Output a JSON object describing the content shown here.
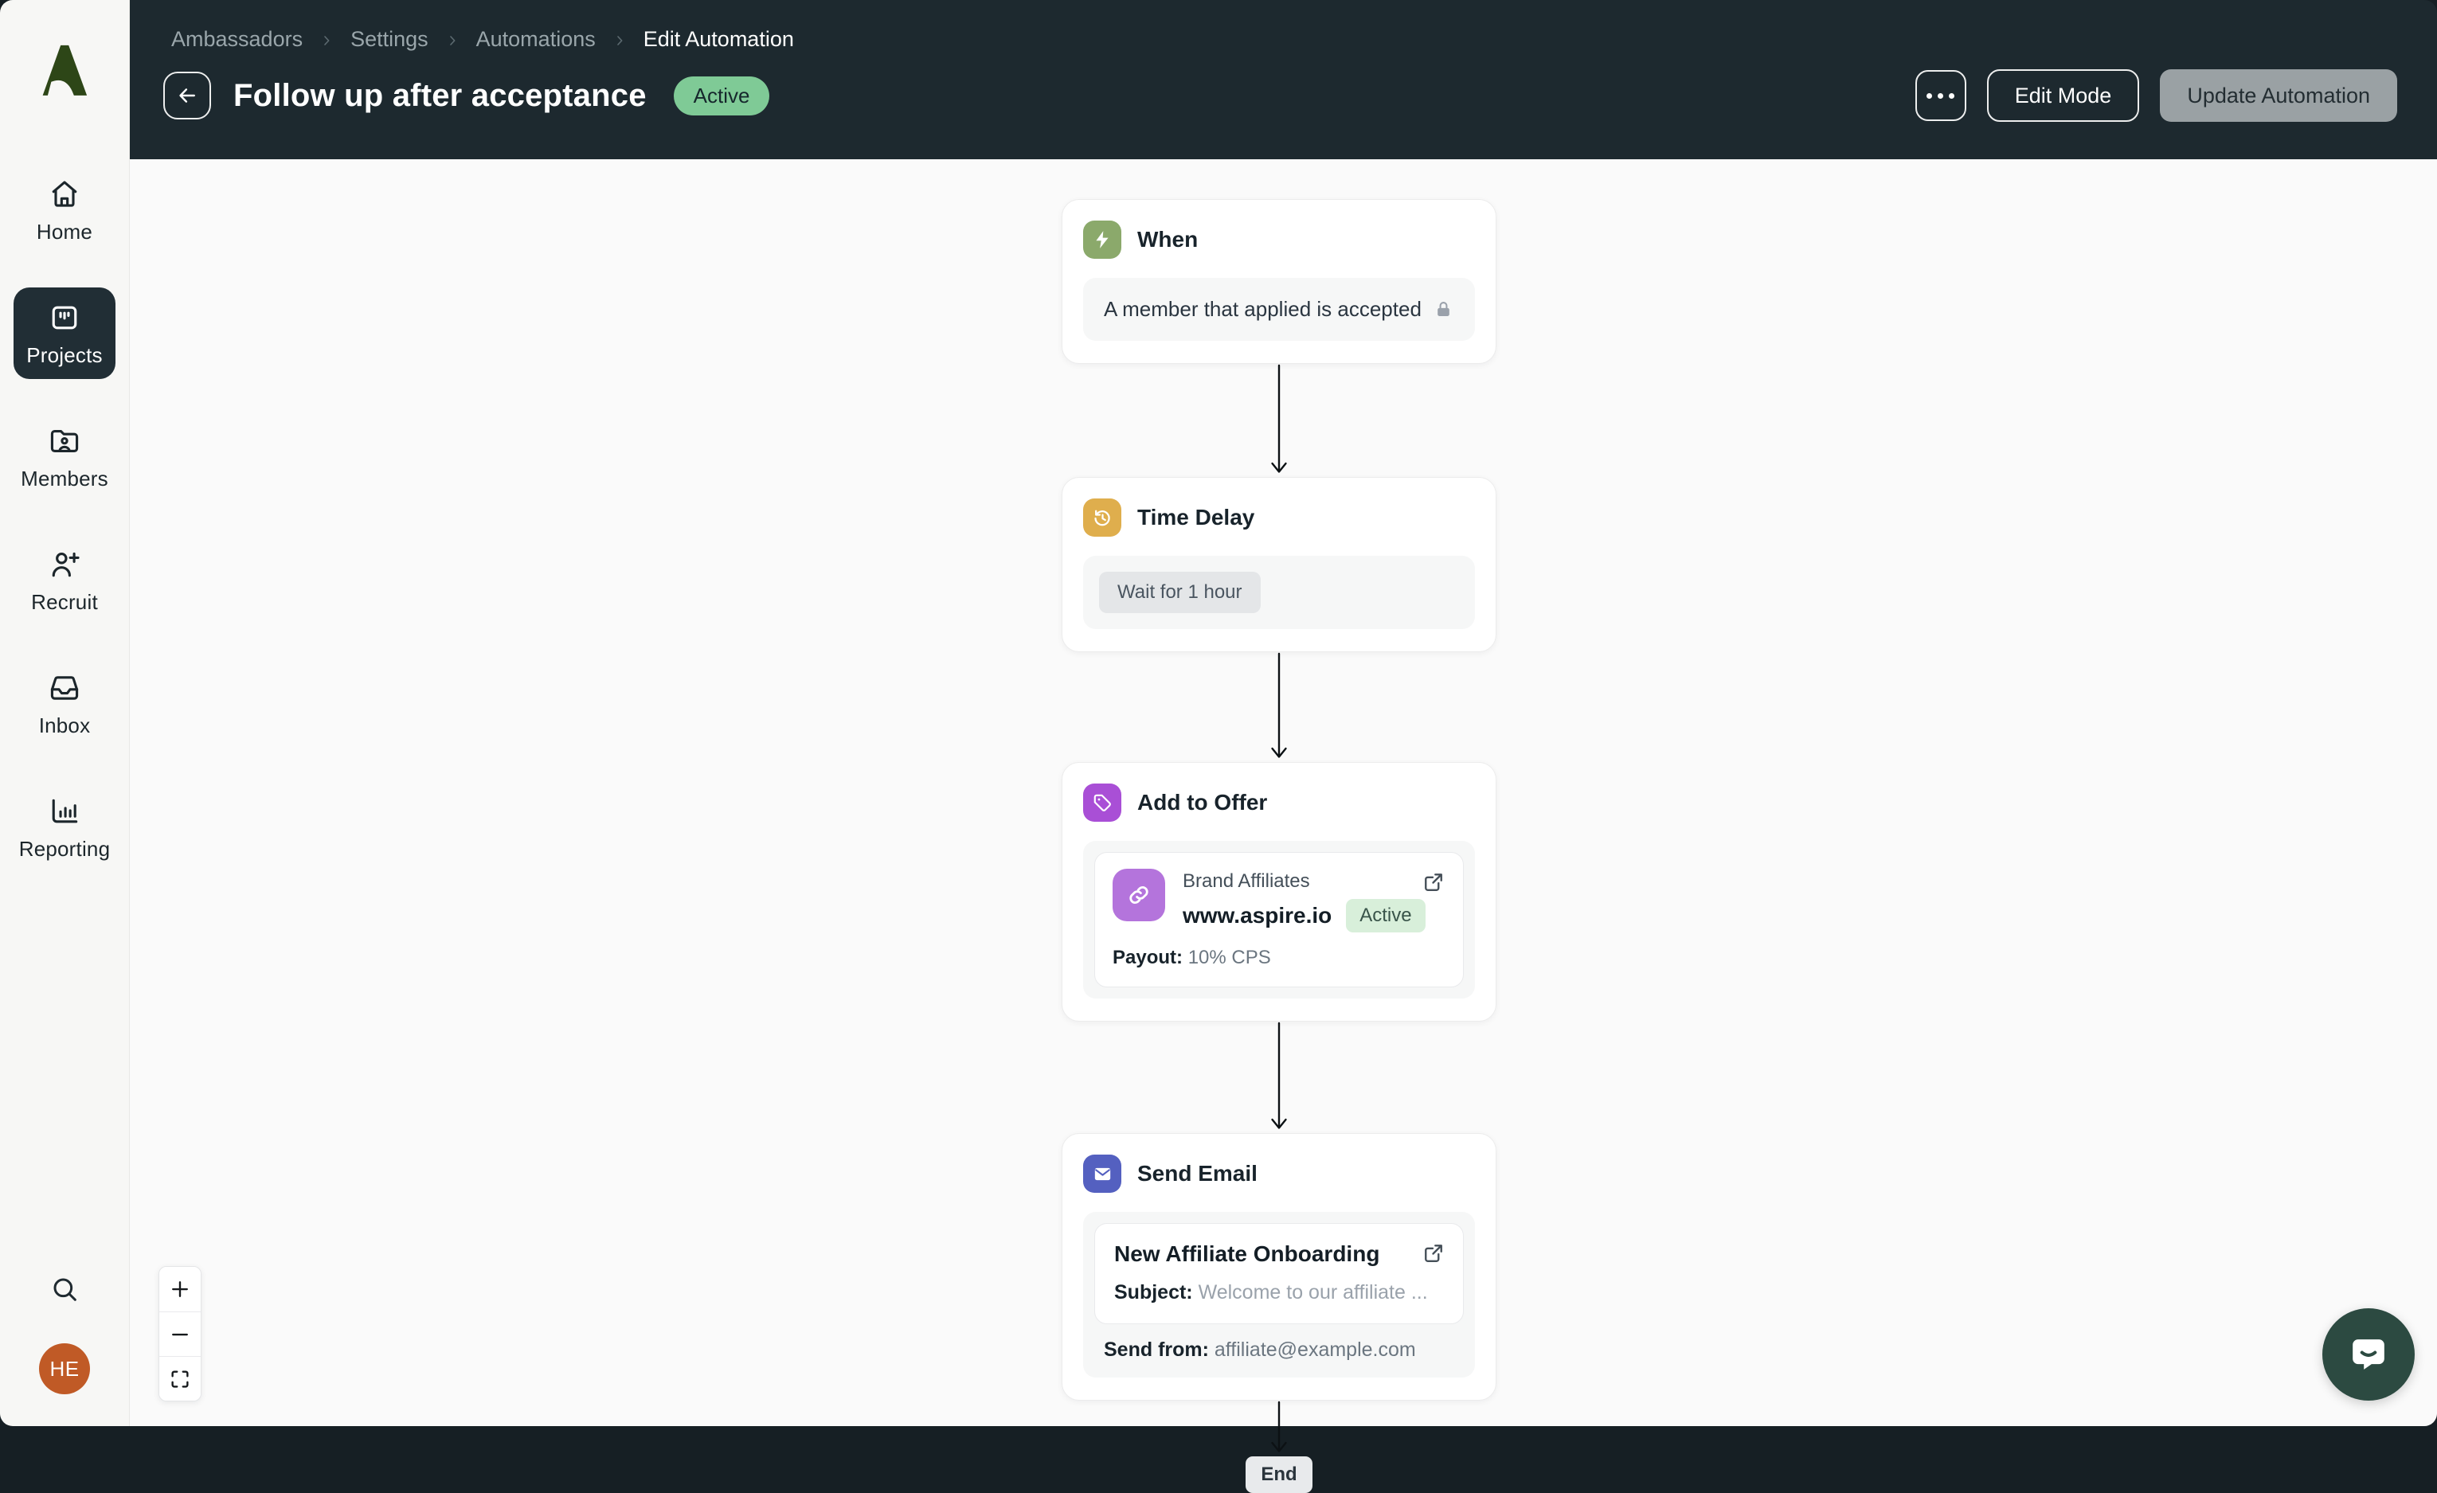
{
  "app": {
    "name": "Aspire",
    "logo_icon": "aspire-logo",
    "logo_color": "#2d4617"
  },
  "breadcrumb": {
    "items": [
      "Ambassadors",
      "Settings",
      "Automations"
    ],
    "current": "Edit Automation",
    "separator_icon": "chevron-right-icon"
  },
  "header": {
    "back_icon": "arrow-left-icon",
    "title": "Follow up after acceptance",
    "status_badge": {
      "label": "Active",
      "bg": "#7fca96",
      "text_color": "#16272c"
    },
    "more_button": {
      "icon": "ellipsis-icon"
    },
    "edit_mode_button": {
      "label": "Edit Mode"
    },
    "update_button": {
      "label": "Update Automation",
      "bg": "#9aa1a4",
      "state": "disabled"
    },
    "bg": "#1d292f"
  },
  "sidebar": {
    "bg": "#f7f7f5",
    "items": [
      {
        "label": "Home",
        "icon": "home-icon",
        "active": false
      },
      {
        "label": "Projects",
        "icon": "projects-icon",
        "active": true
      },
      {
        "label": "Members",
        "icon": "members-icon",
        "active": false
      },
      {
        "label": "Recruit",
        "icon": "recruit-icon",
        "active": false
      },
      {
        "label": "Inbox",
        "icon": "inbox-icon",
        "active": false
      },
      {
        "label": "Reporting",
        "icon": "reporting-icon",
        "active": false
      }
    ],
    "active_item_bg": "#212e35",
    "search_icon": "search-icon",
    "avatar": {
      "initials": "HE",
      "bg": "#c05a26"
    }
  },
  "canvas": {
    "bg": "#fafafa",
    "zoom_controls": [
      {
        "icon": "plus-icon",
        "action": "zoom-in"
      },
      {
        "icon": "minus-icon",
        "action": "zoom-out"
      },
      {
        "icon": "fit-screen-icon",
        "action": "fit-view"
      }
    ],
    "nodes": {
      "trigger": {
        "title": "When",
        "icon": "lightning-icon",
        "icon_bg": "#8ba96b",
        "condition": "A member that applied is accepted",
        "lock_icon": "lock-icon"
      },
      "delay": {
        "title": "Time Delay",
        "icon": "history-clock-icon",
        "icon_bg": "#dfae4d",
        "value": "Wait for 1 hour"
      },
      "offer": {
        "title": "Add to Offer",
        "icon": "tag-icon",
        "icon_bg": "#a94fd6",
        "app_icon": "link-icon",
        "app_icon_bg": "#b474dc",
        "name": "Brand Affiliates",
        "url": "www.aspire.io",
        "status": "Active",
        "external_icon": "external-link-icon",
        "payout_label": "Payout:",
        "payout_value": "10% CPS"
      },
      "email": {
        "title": "Send Email",
        "icon": "mail-icon",
        "icon_bg": "#5460c0",
        "name": "New Affiliate Onboarding",
        "external_icon": "external-link-icon",
        "subject_label": "Subject:",
        "subject_value": "Welcome to our affiliate ...",
        "from_label": "Send from:",
        "from_value": "affiliate@example.com"
      }
    },
    "end_label": "End"
  },
  "chat": {
    "icon": "chat-bubble-icon",
    "bg": "#2c4a41"
  }
}
